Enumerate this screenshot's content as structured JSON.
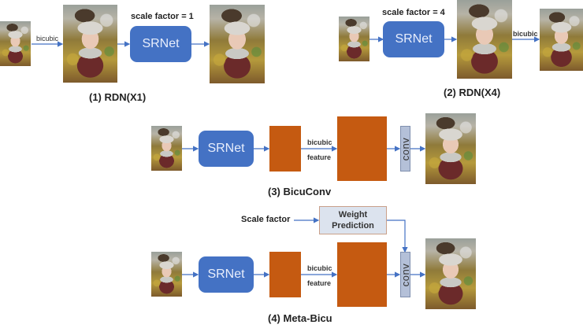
{
  "colors": {
    "srnet": "#4472c4",
    "feature": "#c55a11",
    "conv": "#b4c0d8",
    "weight_prediction": "#dce3ee",
    "arrow": "#4472c4"
  },
  "panels": [
    {
      "title": "(1) RDN(X1)",
      "scale_label": "scale factor = 1",
      "edge_label": "bicubic",
      "net_label": "SRNet"
    },
    {
      "title": "(2) RDN(X4)",
      "scale_label": "scale factor = 4",
      "edge_label": "bicubic",
      "net_label": "SRNet"
    },
    {
      "title": "(3) BicuConv",
      "net_label": "SRNet",
      "edge_label_top": "bicubic",
      "edge_label_bottom": "feature",
      "conv_label": "conv"
    },
    {
      "title": "(4) Meta-Bicu",
      "net_label": "SRNet",
      "edge_label_top": "bicubic",
      "edge_label_bottom": "feature",
      "conv_label": "conv",
      "scale_input_label": "Scale factor",
      "weight_prediction_label": [
        "Weight",
        "Prediction"
      ]
    }
  ],
  "icons": {
    "image": "portrait-image-icon",
    "arrow": "right-arrow-icon"
  }
}
